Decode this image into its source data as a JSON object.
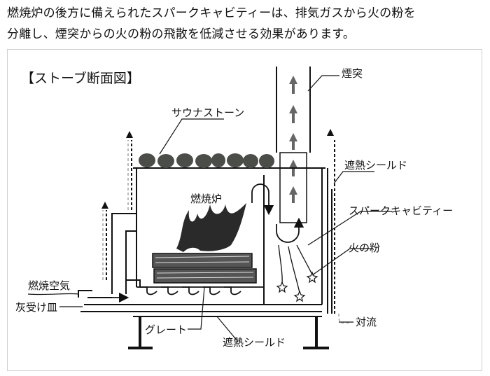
{
  "caption": {
    "line1": "燃焼炉の後方に備えられたスパークキャビティーは、排気ガスから火の粉を",
    "line2": "分離し、煙突からの火の粉の飛散を低減させる効果があります。"
  },
  "diagram": {
    "title": "【ストーブ断面図】",
    "labels": {
      "chimney": "煙突",
      "sauna_stone": "サウナストーン",
      "heat_shield_right": "遮熱シールド",
      "firebox": "燃焼炉",
      "spark_cavity": "スパークキャビティー",
      "sparks": "火の粉",
      "combustion_air": "燃焼空気",
      "ash_pan": "灰受け皿",
      "convection": "対流",
      "grate": "グレート",
      "heat_shield_bottom": "遮熱シールド"
    }
  },
  "colors": {
    "line": "#111111",
    "stone": "#4a4d48",
    "wood": "#555555",
    "flame": "#2a2a2a",
    "arrow": "#666666",
    "convection": "#bbbbbb"
  }
}
